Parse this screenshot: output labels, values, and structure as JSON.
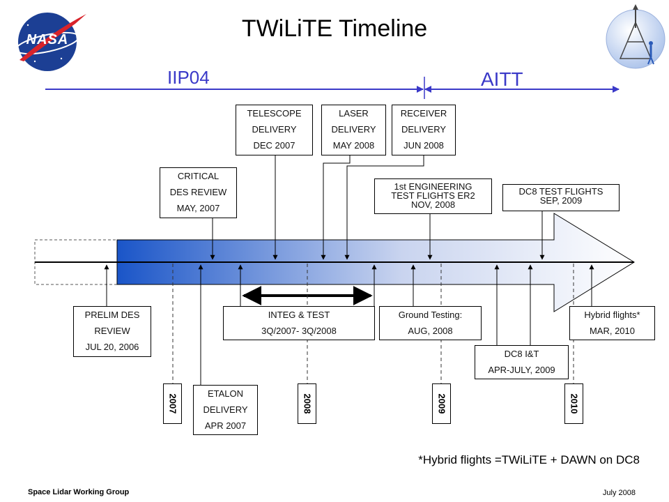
{
  "title": "TWiLiTE Timeline",
  "phases": {
    "left": "IIP04",
    "right": "AITT"
  },
  "top_boxes": {
    "telescope": [
      "TELESCOPE",
      "DELIVERY",
      "DEC 2007"
    ],
    "laser": [
      "LASER",
      "DELIVERY",
      "MAY 2008"
    ],
    "receiver": [
      "RECEIVER",
      "DELIVERY",
      "JUN 2008"
    ],
    "critical": [
      "CRITICAL",
      "DES REVIEW",
      "MAY, 2007"
    ],
    "engineering": [
      "1st ENGINEERING",
      "TEST FLIGHTS ER2",
      "NOV, 2008"
    ],
    "dc8_test": [
      "DC8 TEST FLIGHTS",
      "SEP, 2009"
    ]
  },
  "bottom_boxes": {
    "prelim": [
      "PRELIM DES",
      "REVIEW",
      "JUL 20, 2006"
    ],
    "integ": [
      "INTEG & TEST",
      "3Q/2007- 3Q/2008"
    ],
    "ground": [
      "Ground Testing:",
      "AUG, 2008"
    ],
    "hybrid": [
      "Hybrid flights*",
      "MAR, 2010"
    ],
    "dc8_it": [
      "DC8 I&T",
      "APR-JULY, 2009"
    ],
    "etalon": [
      "ETALON",
      "DELIVERY",
      "APR 2007"
    ]
  },
  "years": [
    "2007",
    "2008",
    "2009",
    "2010"
  ],
  "footnote": "*Hybrid flights =TWiLiTE + DAWN on DC8",
  "footer": {
    "left": "Space Lidar Working Group",
    "right": "July 2008"
  },
  "logo_text": "NASA",
  "colors": {
    "phase_line": "#3a39c8",
    "arrow_start": "#1a55c8",
    "arrow_end": "#ffffff"
  }
}
